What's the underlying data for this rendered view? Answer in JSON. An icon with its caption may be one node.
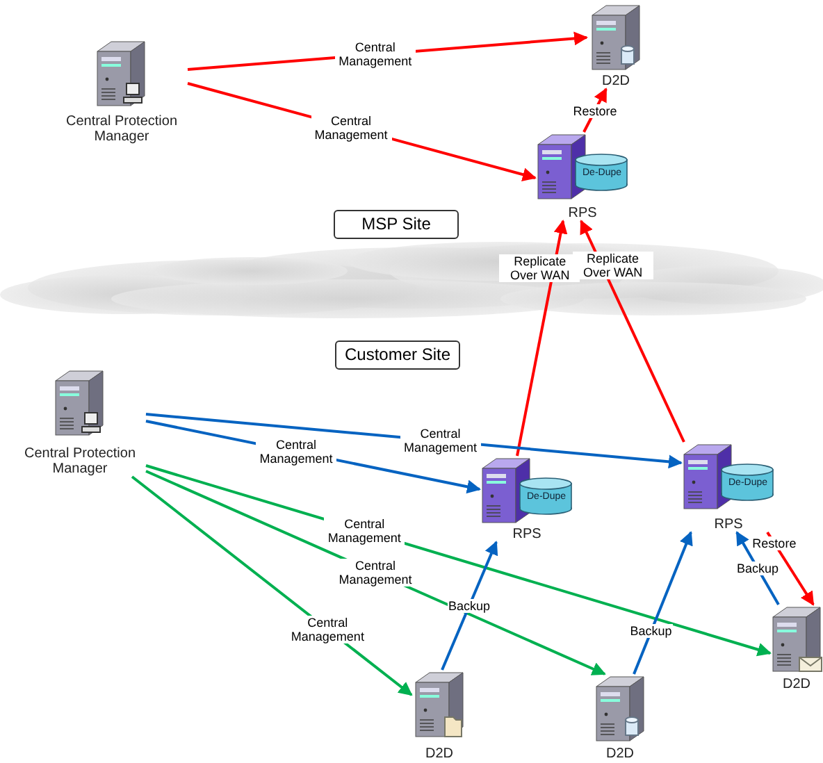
{
  "diagram": {
    "nodes": [
      {
        "text": [
          "Central Protection Manager"
        ]
      },
      {
        "text": [
          "D2D"
        ]
      },
      {
        "text": [
          "De-Dupe",
          "RPS"
        ]
      },
      {
        "text": [
          "MSP Site"
        ]
      },
      {
        "text": [
          "Customer Site"
        ]
      },
      {
        "text": [
          "Central Protection Manager"
        ]
      },
      {
        "text": [
          "De-Dupe",
          "RPS"
        ]
      },
      {
        "text": [
          "De-Dupe",
          "RPS"
        ]
      },
      {
        "text": [
          "D2D"
        ]
      },
      {
        "text": [
          "D2D"
        ]
      },
      {
        "text": [
          "D2D"
        ]
      }
    ],
    "edges": [
      {
        "from": 0,
        "to": 1,
        "arrow": "to",
        "label": "Central Management",
        "color": "#ff0000"
      },
      {
        "from": 0,
        "to": 2,
        "arrow": "to",
        "label": "Central Management",
        "color": "#ff0000"
      },
      {
        "from": 2,
        "to": 1,
        "arrow": "to",
        "label": "Restore",
        "color": "#ff0000"
      },
      {
        "from": 6,
        "to": 2,
        "arrow": "to",
        "label": "Replicate Over WAN",
        "color": "#ff0000"
      },
      {
        "from": 7,
        "to": 2,
        "arrow": "to",
        "label": "Replicate Over WAN",
        "color": "#ff0000"
      },
      {
        "from": 5,
        "to": 7,
        "arrow": "to",
        "label": "Central Management",
        "color": "#0563c1"
      },
      {
        "from": 5,
        "to": 6,
        "arrow": "to",
        "label": "Central Management",
        "color": "#0563c1"
      },
      {
        "from": 5,
        "to": 8,
        "arrow": "to",
        "label": "Central Management",
        "color": "#00b050"
      },
      {
        "from": 5,
        "to": 10,
        "arrow": "to",
        "label": "Central Management",
        "color": "#00b050"
      },
      {
        "from": 5,
        "to": 9,
        "arrow": "to",
        "label": "Central Management",
        "color": "#00b050"
      },
      {
        "from": 9,
        "to": 6,
        "arrow": "to",
        "label": "Backup",
        "color": "#0563c1"
      },
      {
        "from": 10,
        "to": 7,
        "arrow": "to",
        "label": "Backup",
        "color": "#0563c1"
      },
      {
        "from": 8,
        "to": 7,
        "arrow": "to",
        "label": "Backup",
        "color": "#0563c1"
      },
      {
        "from": 7,
        "to": 8,
        "arrow": "to",
        "label": "Restore",
        "color": "#ff0000"
      }
    ]
  }
}
